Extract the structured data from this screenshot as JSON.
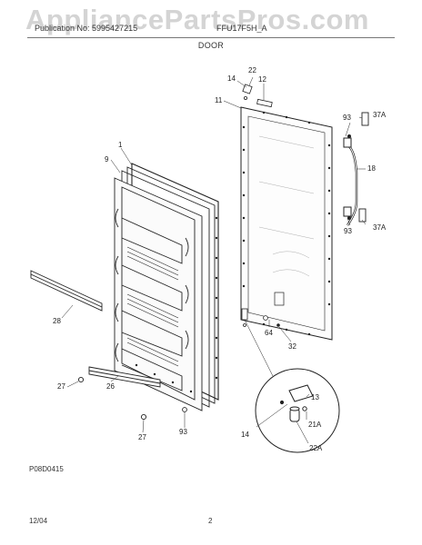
{
  "header": {
    "watermark": "AppliancePartsPros.com",
    "publication": "Publication No: 5995427215",
    "model": "FFU17F5H_A",
    "section_title": "DOOR"
  },
  "callouts": [
    {
      "id": "1",
      "text": "1"
    },
    {
      "id": "9",
      "text": "9"
    },
    {
      "id": "11",
      "text": "11"
    },
    {
      "id": "12",
      "text": "12"
    },
    {
      "id": "13",
      "text": "13"
    },
    {
      "id": "14a",
      "text": "14"
    },
    {
      "id": "14b",
      "text": "14"
    },
    {
      "id": "18",
      "text": "18"
    },
    {
      "id": "21A",
      "text": "21A"
    },
    {
      "id": "22a",
      "text": "22"
    },
    {
      "id": "22A",
      "text": "22A"
    },
    {
      "id": "26",
      "text": "26"
    },
    {
      "id": "27a",
      "text": "27"
    },
    {
      "id": "27b",
      "text": "27"
    },
    {
      "id": "28",
      "text": "28"
    },
    {
      "id": "32",
      "text": "32"
    },
    {
      "id": "37Aa",
      "text": "37A"
    },
    {
      "id": "37Ab",
      "text": "37A"
    },
    {
      "id": "64",
      "text": "64"
    },
    {
      "id": "93a",
      "text": "93"
    },
    {
      "id": "93b",
      "text": "93"
    },
    {
      "id": "93c",
      "text": "93"
    }
  ],
  "footer": {
    "figure_code": "P08D0415",
    "date": "12/04",
    "page": "2"
  }
}
